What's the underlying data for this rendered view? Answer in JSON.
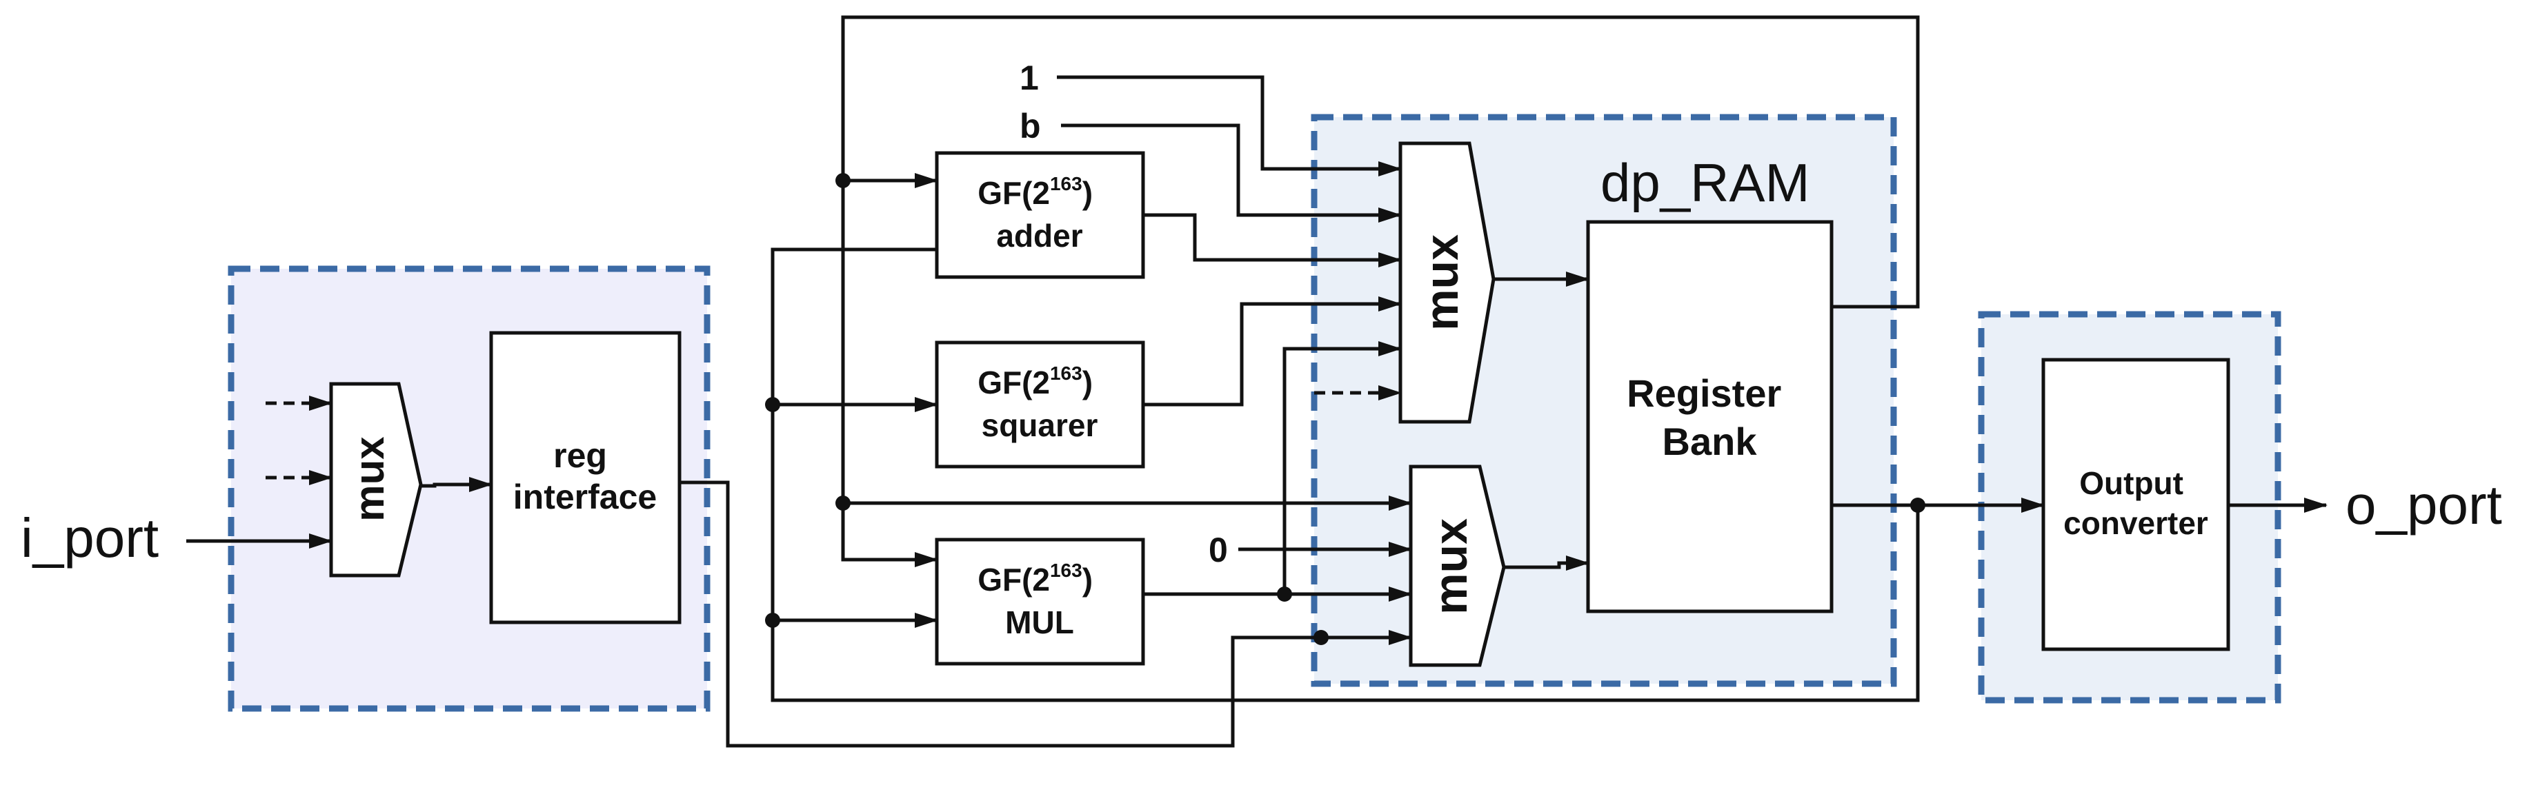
{
  "ports": {
    "input": "i_port",
    "output": "o_port"
  },
  "blocks": {
    "input_mux": "mux",
    "reg_interface": [
      "reg",
      "interface"
    ],
    "adder": {
      "line1": "GF(2",
      "exponent": "163",
      "close": ")",
      "line2": "adder"
    },
    "squarer": {
      "line1": "GF(2",
      "exponent": "163",
      "close": ")",
      "line2": "squarer"
    },
    "multiplier": {
      "line1": "GF(2",
      "exponent": "163",
      "close": ")",
      "line2": "MUL"
    },
    "upper_mux": "mux",
    "lower_mux": "mux",
    "ram_title": "dp_RAM",
    "register_bank": [
      "Register",
      "Bank"
    ],
    "output_converter": [
      "Output",
      "converter"
    ]
  },
  "constants": {
    "one": "1",
    "b": "b",
    "zero": "0"
  },
  "colors": {
    "line": "#111111",
    "dashed_border": "#3b6aa5",
    "input_region_fill": "#eeeefb",
    "ram_region_fill": "#eaf0f8",
    "output_region_fill": "#eaf0f8",
    "block_fill": "#ffffff"
  }
}
